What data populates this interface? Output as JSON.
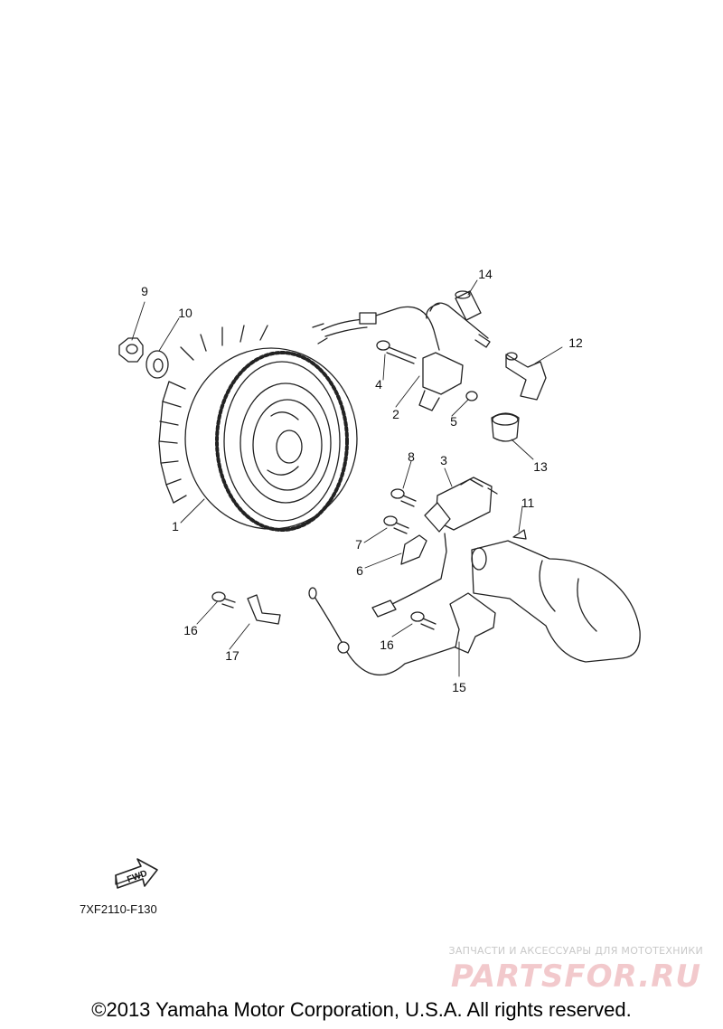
{
  "diagram": {
    "part_numbers": [
      "1",
      "2",
      "3",
      "4",
      "5",
      "6",
      "7",
      "8",
      "9",
      "10",
      "11",
      "12",
      "13",
      "14",
      "15",
      "16",
      "16",
      "17"
    ],
    "fwd_label": "FWD",
    "diagram_code": "7XF2110-F130"
  },
  "watermark": {
    "tagline": "ЗАПЧАСТИ И АКСЕССУАРЫ ДЛЯ МОТОТЕХНИКИ",
    "logo": "PARTSFOR.RU"
  },
  "footer": {
    "copyright": "©2013 Yamaha Motor Corporation, U.S.A. All rights reserved."
  }
}
